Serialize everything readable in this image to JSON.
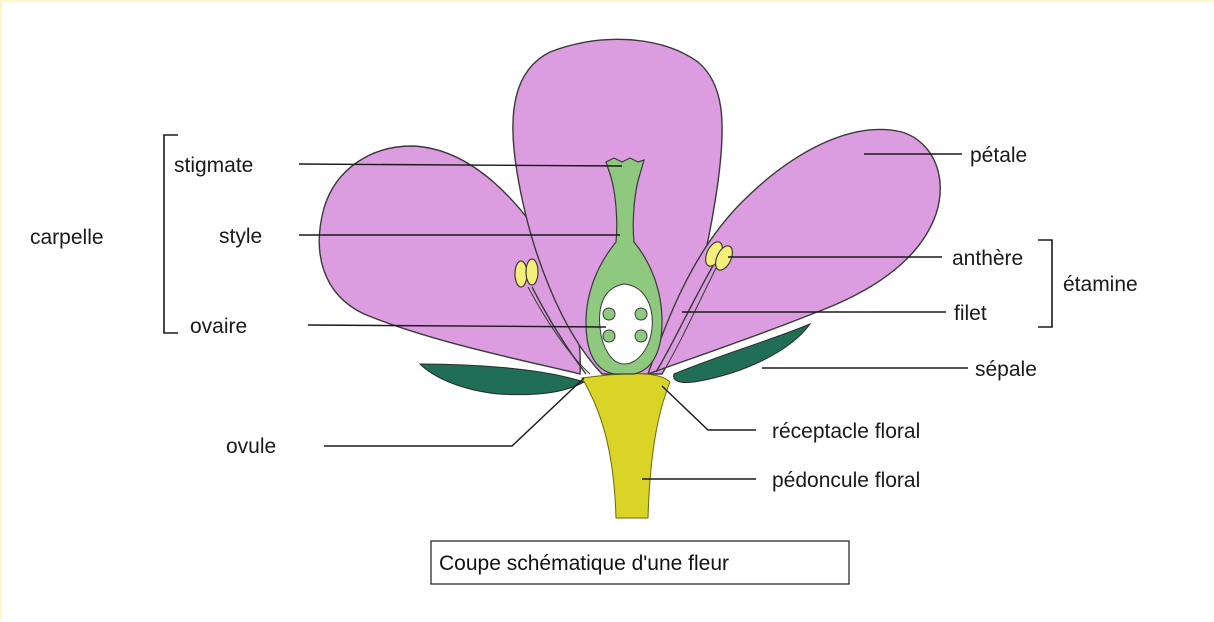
{
  "labels": {
    "stigmate": "stigmate",
    "style": "style",
    "ovaire": "ovaire",
    "carpelle": "carpelle",
    "ovule": "ovule",
    "petale": "pétale",
    "anthere": "anthère",
    "filet": "filet",
    "etamine": "étamine",
    "sepale": "sépale",
    "receptacle": "réceptacle floral",
    "pedoncule": "pédoncule floral"
  },
  "caption": "Coupe schématique d'une fleur",
  "colors": {
    "petal": "#dc9ce0",
    "petal_outline": "#3a3a3a",
    "pistil": "#8ec97f",
    "sepal": "#1f6e55",
    "stem": "#d9d425",
    "anther": "#f5ef7a",
    "ovary_cavity": "#ffffff"
  }
}
